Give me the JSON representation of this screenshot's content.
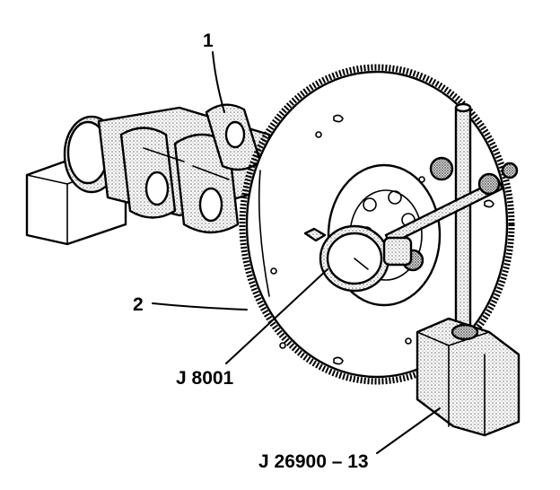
{
  "callouts": {
    "crankshaft": "1",
    "flywheel": "2",
    "dial_indicator": "J 8001",
    "magnetic_base": "J 26900 – 13"
  }
}
